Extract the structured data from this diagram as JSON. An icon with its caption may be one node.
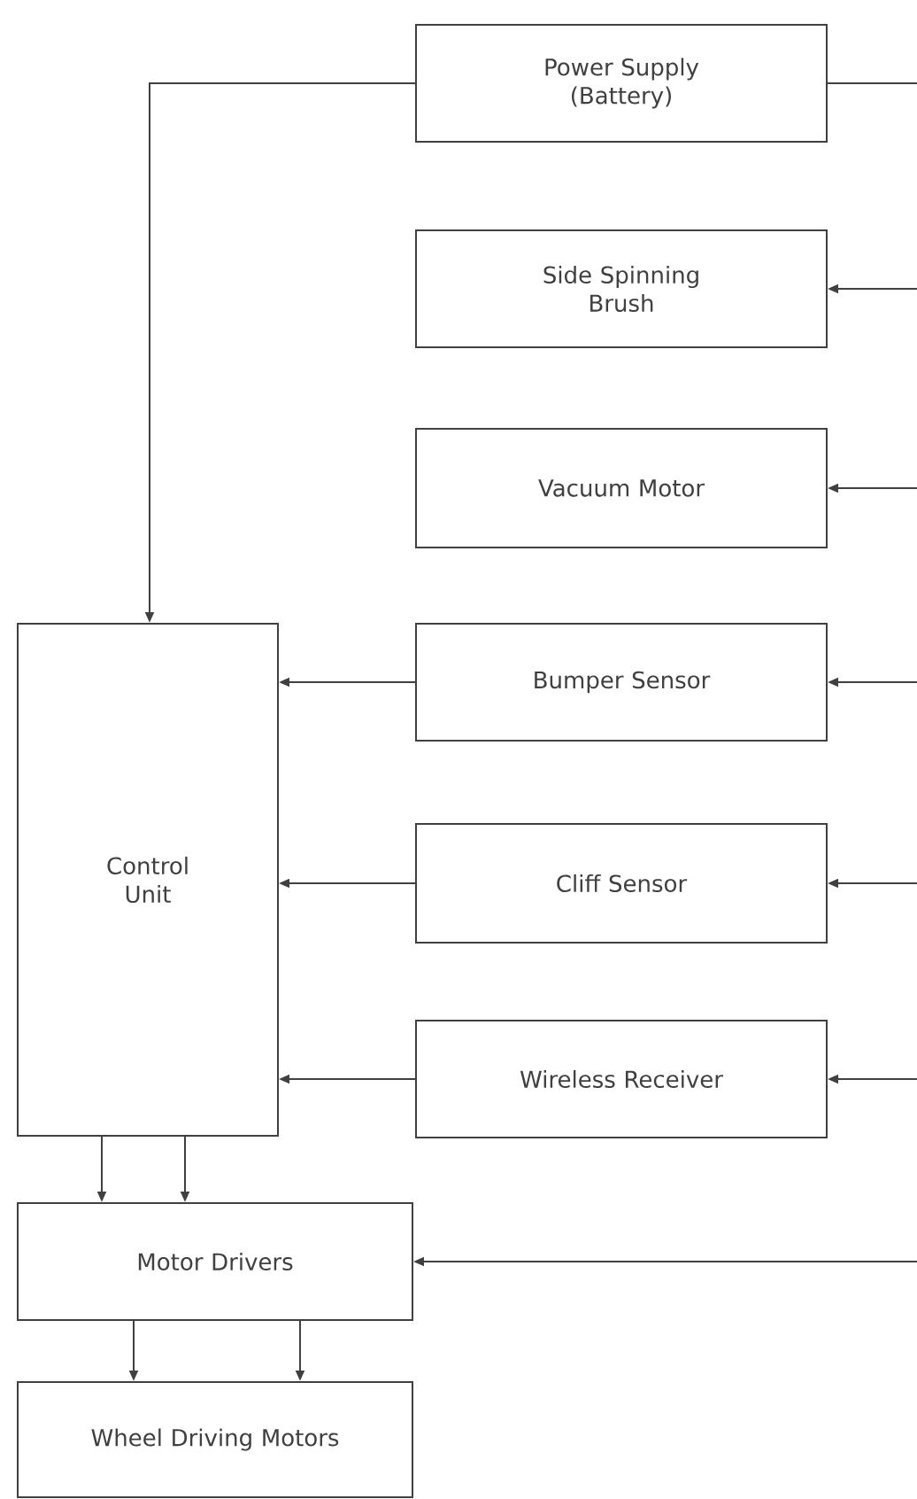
{
  "diagram": {
    "nodes": [
      {
        "text": [
          "Power Supply (Battery)"
        ]
      },
      {
        "text": [
          "Side Spinning Brush"
        ]
      },
      {
        "text": [
          "Vacuum Motor"
        ]
      },
      {
        "text": [
          "Control Unit"
        ]
      },
      {
        "text": [
          "Bumper Sensor"
        ]
      },
      {
        "text": [
          "Cliff Sensor"
        ]
      },
      {
        "text": [
          "Wireless Receiver"
        ]
      },
      {
        "text": [
          "Motor Drivers"
        ]
      },
      {
        "text": [
          "Wheel Driving Motors"
        ]
      }
    ],
    "edges": [
      {
        "from": 0,
        "to": 3,
        "arrow": "to"
      },
      {
        "from": 0,
        "to": null,
        "arrow": "none"
      },
      {
        "from": null,
        "to": 1,
        "arrow": "to"
      },
      {
        "from": null,
        "to": 2,
        "arrow": "to"
      },
      {
        "from": null,
        "to": 4,
        "arrow": "to"
      },
      {
        "from": 4,
        "to": 3,
        "arrow": "to"
      },
      {
        "from": null,
        "to": 5,
        "arrow": "to"
      },
      {
        "from": 5,
        "to": 3,
        "arrow": "to"
      },
      {
        "from": null,
        "to": 6,
        "arrow": "to"
      },
      {
        "from": 6,
        "to": 3,
        "arrow": "to"
      },
      {
        "from": null,
        "to": 7,
        "arrow": "to"
      },
      {
        "from": 3,
        "to": 7,
        "arrow": "to"
      },
      {
        "from": 3,
        "to": 7,
        "arrow": "to"
      },
      {
        "from": 7,
        "to": 8,
        "arrow": "to"
      },
      {
        "from": 7,
        "to": 8,
        "arrow": "to"
      }
    ]
  }
}
